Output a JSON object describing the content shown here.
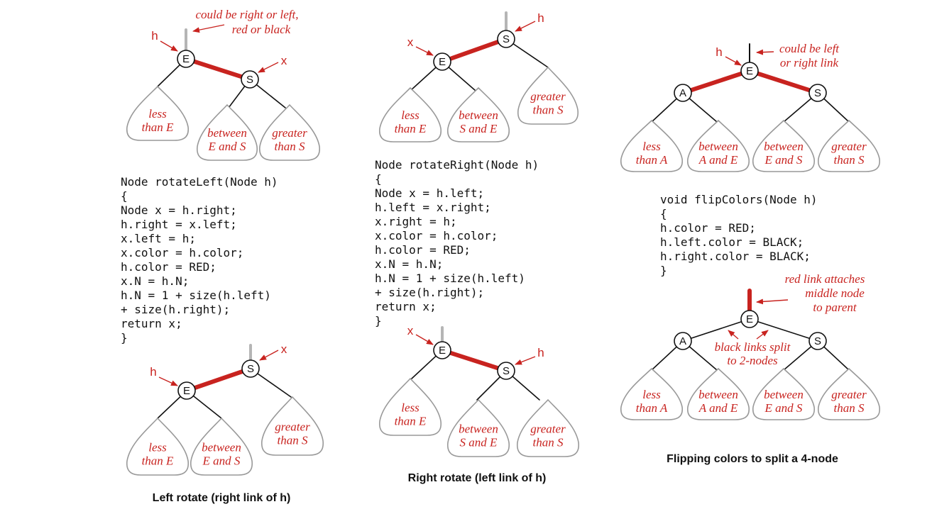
{
  "colors": {
    "red": "#c8231f",
    "black": "#111111",
    "gray": "#b5b5b5",
    "tree_fill": "#ffffff",
    "tree_stroke": "#999999"
  },
  "panels": {
    "left": {
      "caption": "Left rotate (right link of h)",
      "annotation": [
        "could be right or left,",
        "red or black"
      ],
      "code": [
        "Node rotateLeft(Node h)",
        "{",
        "   Node x = h.right;",
        "   h.right = x.left;",
        "   x.left = h;",
        "   x.color = h.color;",
        "   h.color = RED;",
        "   x.N = h.N;",
        "   h.N = 1 + size(h.left)",
        "           + size(h.right);",
        "   return x;",
        "}"
      ]
    },
    "middle": {
      "caption": "Right rotate (left link of h)",
      "code": [
        "Node rotateRight(Node h)",
        "{",
        "   Node x = h.left;",
        "   h.left = x.right;",
        "   x.right = h;",
        "   x.color = h.color;",
        "   h.color = RED;",
        "   x.N = h.N;",
        "   h.N = 1 + size(h.left)",
        "           + size(h.right);",
        "   return x;",
        "}"
      ]
    },
    "right": {
      "caption": "Flipping colors to split a 4-node",
      "annotation_top": [
        "could be left",
        "or right link"
      ],
      "annotation_bottom": [
        "red link attaches",
        "middle node",
        "to parent"
      ],
      "annotation_split": [
        "black links split",
        "to 2-nodes"
      ],
      "code": [
        "void flipColors(Node h)",
        "{",
        "   h.color = RED;",
        "   h.left.color = BLACK;",
        "   h.right.color = BLACK;",
        "}"
      ]
    }
  },
  "labels": {
    "h": "h",
    "x": "x"
  },
  "keys": {
    "A": "A",
    "E": "E",
    "S": "S"
  },
  "subtrees": {
    "lessE": [
      "less",
      "than E"
    ],
    "betweenES": [
      "between",
      "E and S"
    ],
    "betweenSE": [
      "between",
      "S and E"
    ],
    "greaterS": [
      "greater",
      "than S"
    ],
    "lessA": [
      "less",
      "than A"
    ],
    "betweenAE": [
      "between",
      "A and E"
    ]
  }
}
